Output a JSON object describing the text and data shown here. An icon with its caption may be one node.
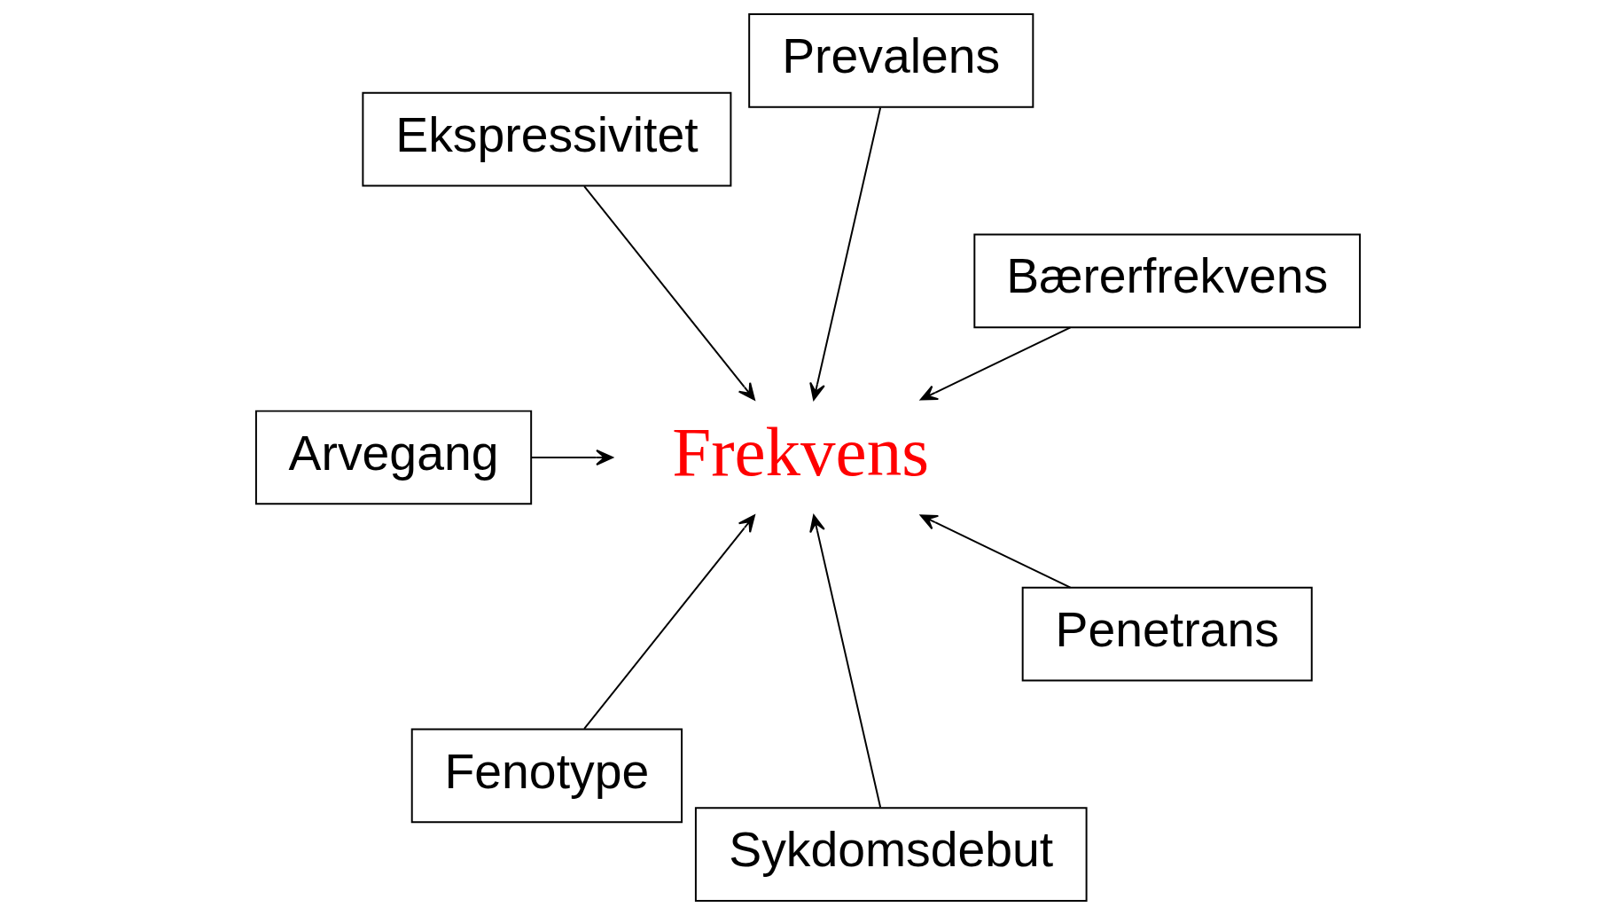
{
  "diagram": {
    "nodes": [
      {
        "text": [
          "Bærerfrekvens"
        ]
      },
      {
        "text": [
          "Prevalens"
        ]
      },
      {
        "text": [
          "Ekspressivitet"
        ]
      },
      {
        "text": [
          "Frekvens"
        ]
      },
      {
        "text": [
          "Arvegang"
        ]
      },
      {
        "text": [
          "Fenotype"
        ]
      },
      {
        "text": [
          "Sykdomsdebut"
        ]
      },
      {
        "text": [
          "Penetrans"
        ]
      }
    ],
    "edges": [
      {
        "from": 0,
        "to": 3,
        "arrow": "to"
      },
      {
        "from": 1,
        "to": 3,
        "arrow": "to"
      },
      {
        "from": 2,
        "to": 3,
        "arrow": "to"
      },
      {
        "from": 4,
        "to": 3,
        "arrow": "to"
      },
      {
        "from": 5,
        "to": 3,
        "arrow": "to"
      },
      {
        "from": 6,
        "to": 3,
        "arrow": "to"
      },
      {
        "from": 7,
        "to": 3,
        "arrow": "to"
      }
    ]
  }
}
